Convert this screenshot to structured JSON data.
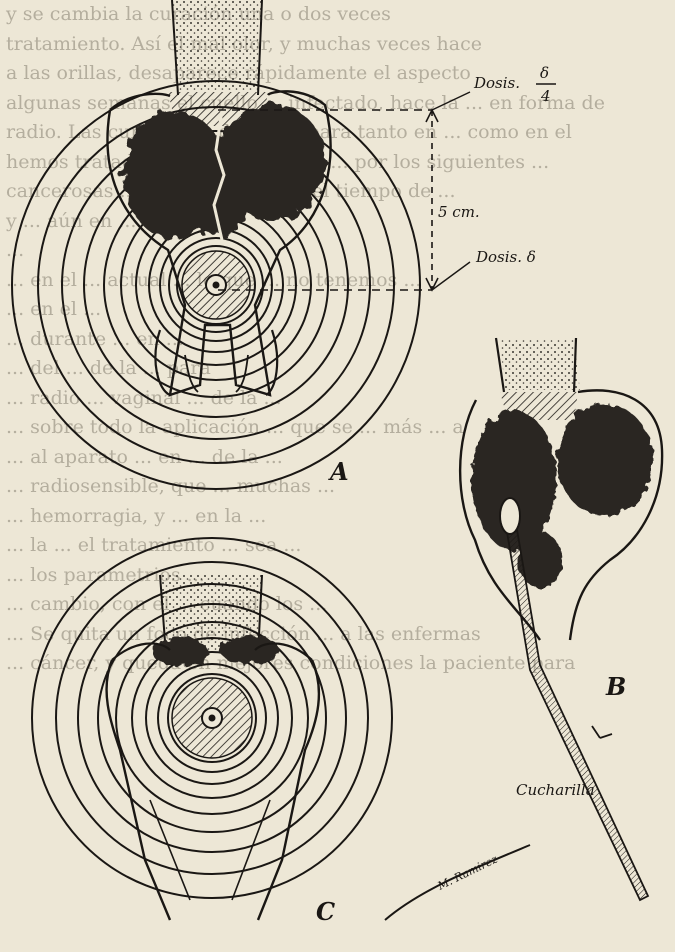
{
  "background_text": [
    "y se cambia la curación una o dos veces",
    "tratamiento. Así el mal olor, y muchas veces hace",
    "a las orillas, desaparece rápidamente el aspecto",
    "algunas semanas el cuello ... infectado, hace la ... en forma de",
    "radio. Las curaciones deben ... para tanto en ... como en el",
    "hemos tratado en ... desaparecer ... por los siguientes ...",
    "cancerosas ... adquieren ... con el tiempo de ...",
    "y ... aún en ...",
    "...",
    "... en el ... actual ... lo que ... no tenemos ...",
    "... en el ...",
    "... durante ... en ...",
    "... del ... de la ... para",
    "... radio ... vaginal ... de la ...",
    "... sobre todo la aplicación ... que se ... más ... a",
    "... al aparato ... en ... de la ...",
    "... radiosensible, que ... muchas ...",
    "... hemorragia, y ... en la ...",
    "... la ... el tratamiento ... sea ...",
    "... los parametrios ...",
    "... cambio, con el ... cuando los ...",
    "... Se quita un foco de infección ... a las enfermas",
    "... cáncer, y queda en mejores condiciones la paciente para"
  ],
  "labels": {
    "dose_top": "Dosis.",
    "dose_top_fraction_num": "δ",
    "dose_top_fraction_den": "4",
    "dose_bottom": "Dosis. δ",
    "distance": "5 cm.",
    "fig_a": "A",
    "fig_b": "B",
    "fig_c": "C",
    "spoon": "Cucharilla",
    "signature": "M. Ramirez"
  },
  "colors": {
    "paper": "#ede7d6",
    "ink": "#1a1714",
    "tumor": "#2a2622",
    "faded_text": "#7d7667"
  }
}
